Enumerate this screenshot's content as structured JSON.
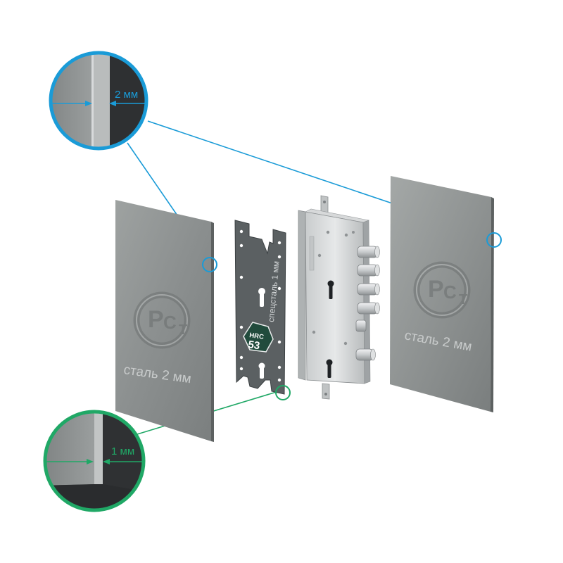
{
  "colors": {
    "blue_callout": "#1a9bd7",
    "green_callout": "#20a866",
    "steel_light": "#a7aaa9",
    "steel_dark": "#6f7373",
    "charcoal": "#2f3133",
    "badge_green": "#214b3c"
  },
  "left_panel": {
    "label": "сталь 2 мм",
    "logo": "rst-certification-logo"
  },
  "right_panel": {
    "label": "сталь 2 мм",
    "logo": "rst-certification-logo"
  },
  "armor_plate": {
    "vertical_text": "спецсталь 1 мм",
    "badge_top": "HRC",
    "badge_value": "53"
  },
  "lock": {
    "bolts_count": 6,
    "keyholes_count": 2
  },
  "callout_blue": {
    "dimension": "2 мм"
  },
  "callout_green": {
    "dimension": "1 мм"
  }
}
